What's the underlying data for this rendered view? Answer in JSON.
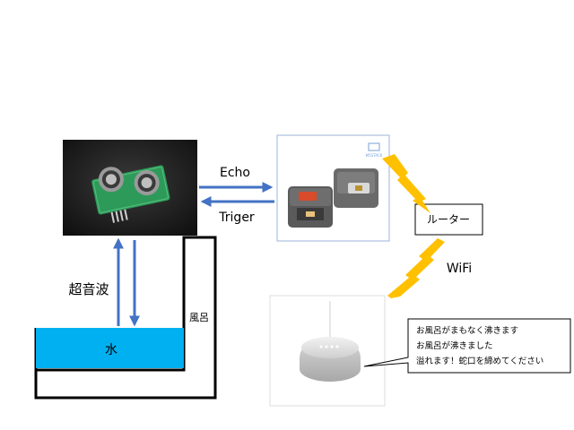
{
  "labels": {
    "echo": "Echo",
    "trigger": "Triger",
    "ultrasonic": "超音波",
    "bath": "風呂",
    "water": "水",
    "router": "ルーター",
    "wifi": "WiFi",
    "m5stack_logo": "M5STACK"
  },
  "speech_lines": [
    "お風呂がまもなく沸きます",
    "お風呂が沸きました",
    "溢れます！蛇口を締めてください"
  ],
  "colors": {
    "arrow": "#4472c4",
    "water": "#00b0f0",
    "lightning": "#ffc000",
    "tank": "#000000",
    "sensor_bg": "#1c1c1c",
    "sensor_board": "#2e9a5a"
  },
  "icons": {
    "sensor_photo": "ultrasonic-sensor-icon",
    "m5stack_photo": "m5stack-device-icon",
    "speaker_photo": "smart-speaker-icon",
    "bolt": "lightning-bolt-icon"
  }
}
